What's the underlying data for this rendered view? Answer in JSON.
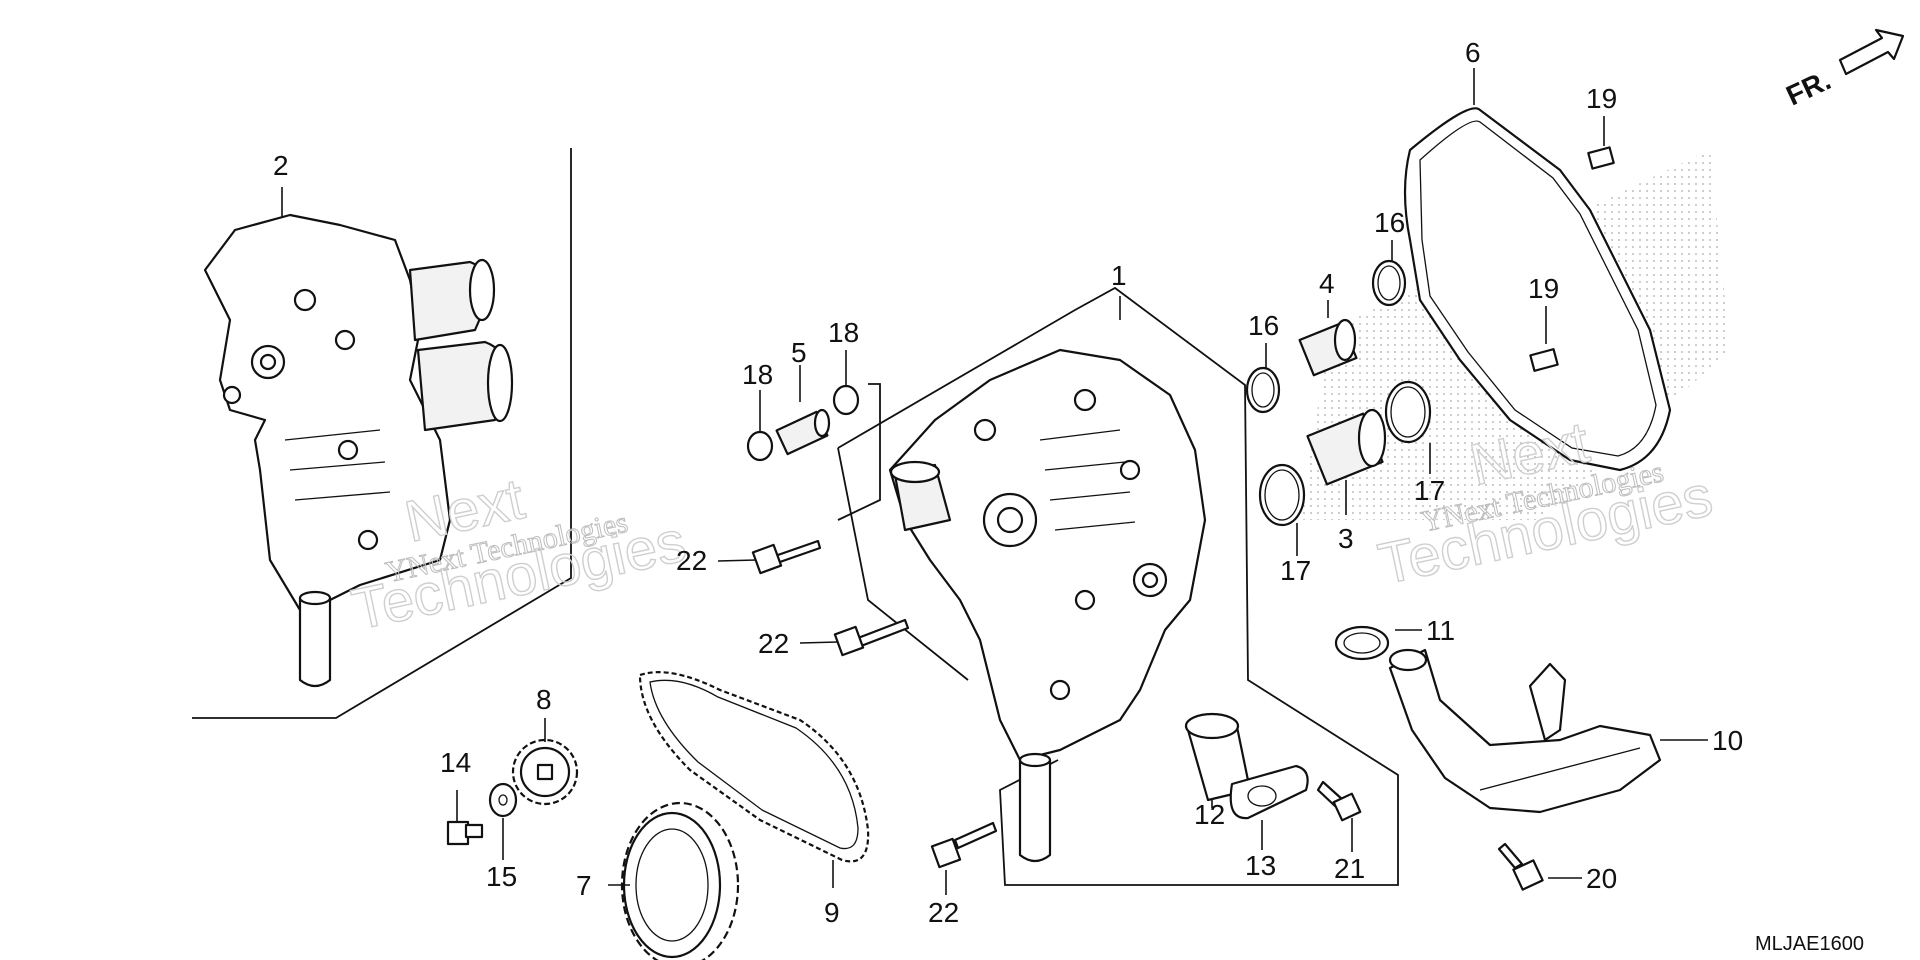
{
  "diagram": {
    "code": "MLJAE1600",
    "direction_label": "FR.",
    "watermark": {
      "small": "YNext Technologies",
      "large_top": "Next",
      "large_bottom": "Technologies"
    },
    "callouts": [
      {
        "id": "c1",
        "text": "1"
      },
      {
        "id": "c2",
        "text": "2"
      },
      {
        "id": "c3",
        "text": "3"
      },
      {
        "id": "c4",
        "text": "4"
      },
      {
        "id": "c5",
        "text": "5"
      },
      {
        "id": "c6",
        "text": "6"
      },
      {
        "id": "c7",
        "text": "7"
      },
      {
        "id": "c8",
        "text": "8"
      },
      {
        "id": "c9",
        "text": "9"
      },
      {
        "id": "c10",
        "text": "10"
      },
      {
        "id": "c11",
        "text": "11"
      },
      {
        "id": "c12",
        "text": "12"
      },
      {
        "id": "c13",
        "text": "13"
      },
      {
        "id": "c14",
        "text": "14"
      },
      {
        "id": "c15",
        "text": "15"
      },
      {
        "id": "c16a",
        "text": "16"
      },
      {
        "id": "c16b",
        "text": "16"
      },
      {
        "id": "c17a",
        "text": "17"
      },
      {
        "id": "c17b",
        "text": "17"
      },
      {
        "id": "c18a",
        "text": "18"
      },
      {
        "id": "c18b",
        "text": "18"
      },
      {
        "id": "c19a",
        "text": "19"
      },
      {
        "id": "c19b",
        "text": "19"
      },
      {
        "id": "c20",
        "text": "20"
      },
      {
        "id": "c21",
        "text": "21"
      },
      {
        "id": "c22a",
        "text": "22"
      },
      {
        "id": "c22b",
        "text": "22"
      },
      {
        "id": "c22c",
        "text": "22"
      }
    ]
  }
}
